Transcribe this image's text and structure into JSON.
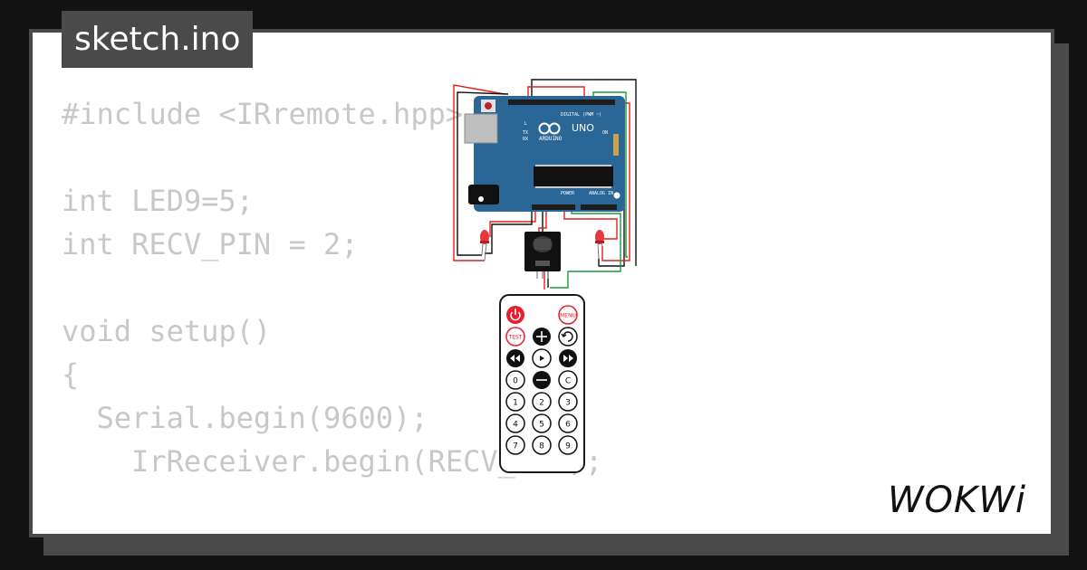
{
  "tab": {
    "title": "sketch.ino"
  },
  "code": {
    "lines": [
      "#include <IRremote.hpp>",
      "",
      "int LED9=5;",
      "int RECV_PIN = 2;",
      "",
      "void setup()",
      "{",
      "  Serial.begin(9600);",
      "    IrReceiver.begin(RECV_PIN);",
      "",
      "  }"
    ]
  },
  "arduino": {
    "board_name": "UNO",
    "brand": "ARDUINO",
    "digital_label": "DIGITAL (PWM ~)",
    "power_label": "POWER",
    "analog_label": "ANALOG IN",
    "on_label": "ON",
    "tx_label": "TX",
    "rx_label": "RX",
    "l_label": "L"
  },
  "remote": {
    "menu": "MENU",
    "test": "TEST",
    "digits": [
      "0",
      "1",
      "2",
      "3",
      "4",
      "5",
      "6",
      "7",
      "8",
      "9"
    ],
    "c": "C"
  },
  "branding": {
    "logo_text": "WOKWi"
  },
  "colors": {
    "background": "#121212",
    "card": "#ffffff",
    "frame": "#4a4a4a",
    "code_text": "#c8c8c8",
    "board": "#2a6796",
    "wire_red": "#e02020",
    "wire_green": "#1a9a3a",
    "wire_black": "#111111",
    "remote_red": "#e4202e"
  }
}
